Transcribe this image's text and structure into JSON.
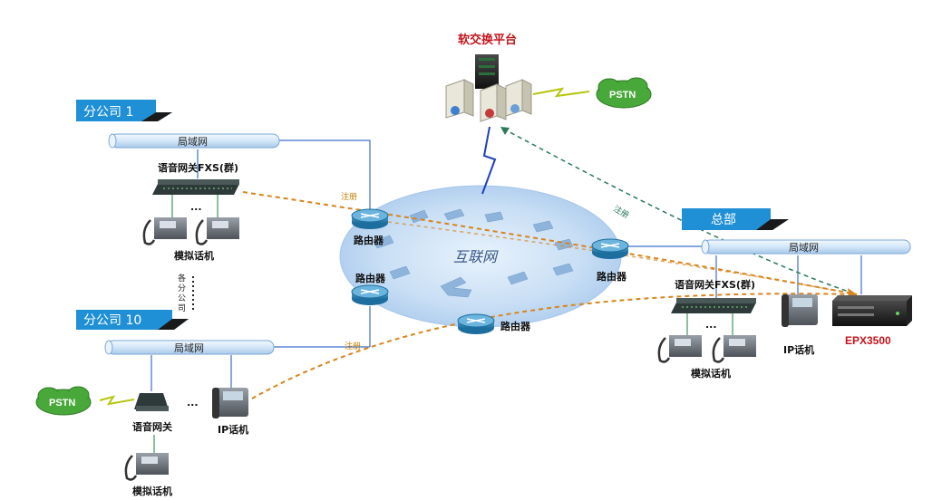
{
  "platform": {
    "title": "软交换平台",
    "pstn": "PSTN"
  },
  "internet": {
    "label": "互联网",
    "router": "路由器"
  },
  "branch1": {
    "tag": "分公司 1",
    "lan": "局域网",
    "gateway": "语音网关FXS(群)",
    "dots": "...",
    "phones": "模拟话机"
  },
  "other_branches": "各分公司",
  "branch10": {
    "tag": "分公司 10",
    "lan": "局域网",
    "pstn": "PSTN",
    "gateway": "语音网关",
    "dots": "...",
    "ip_phone": "IP话机",
    "phone": "模拟话机"
  },
  "hq": {
    "tag": "总部",
    "lan": "局域网",
    "gateway": "语音网关FXS(群)",
    "dots": "...",
    "phones": "模拟话机",
    "ip_phone": "IP话机",
    "server": "EPX3500"
  },
  "registration": "注册",
  "colors": {
    "tag_bg": "#1f8fd6",
    "lan_pipe": "#cfe3f7",
    "link": "#3a6fc9",
    "reg_orange": "#d9841c",
    "reg_green": "#2a7a5a",
    "cloud_green": "#49a83a",
    "server_red": "#c4141b"
  }
}
